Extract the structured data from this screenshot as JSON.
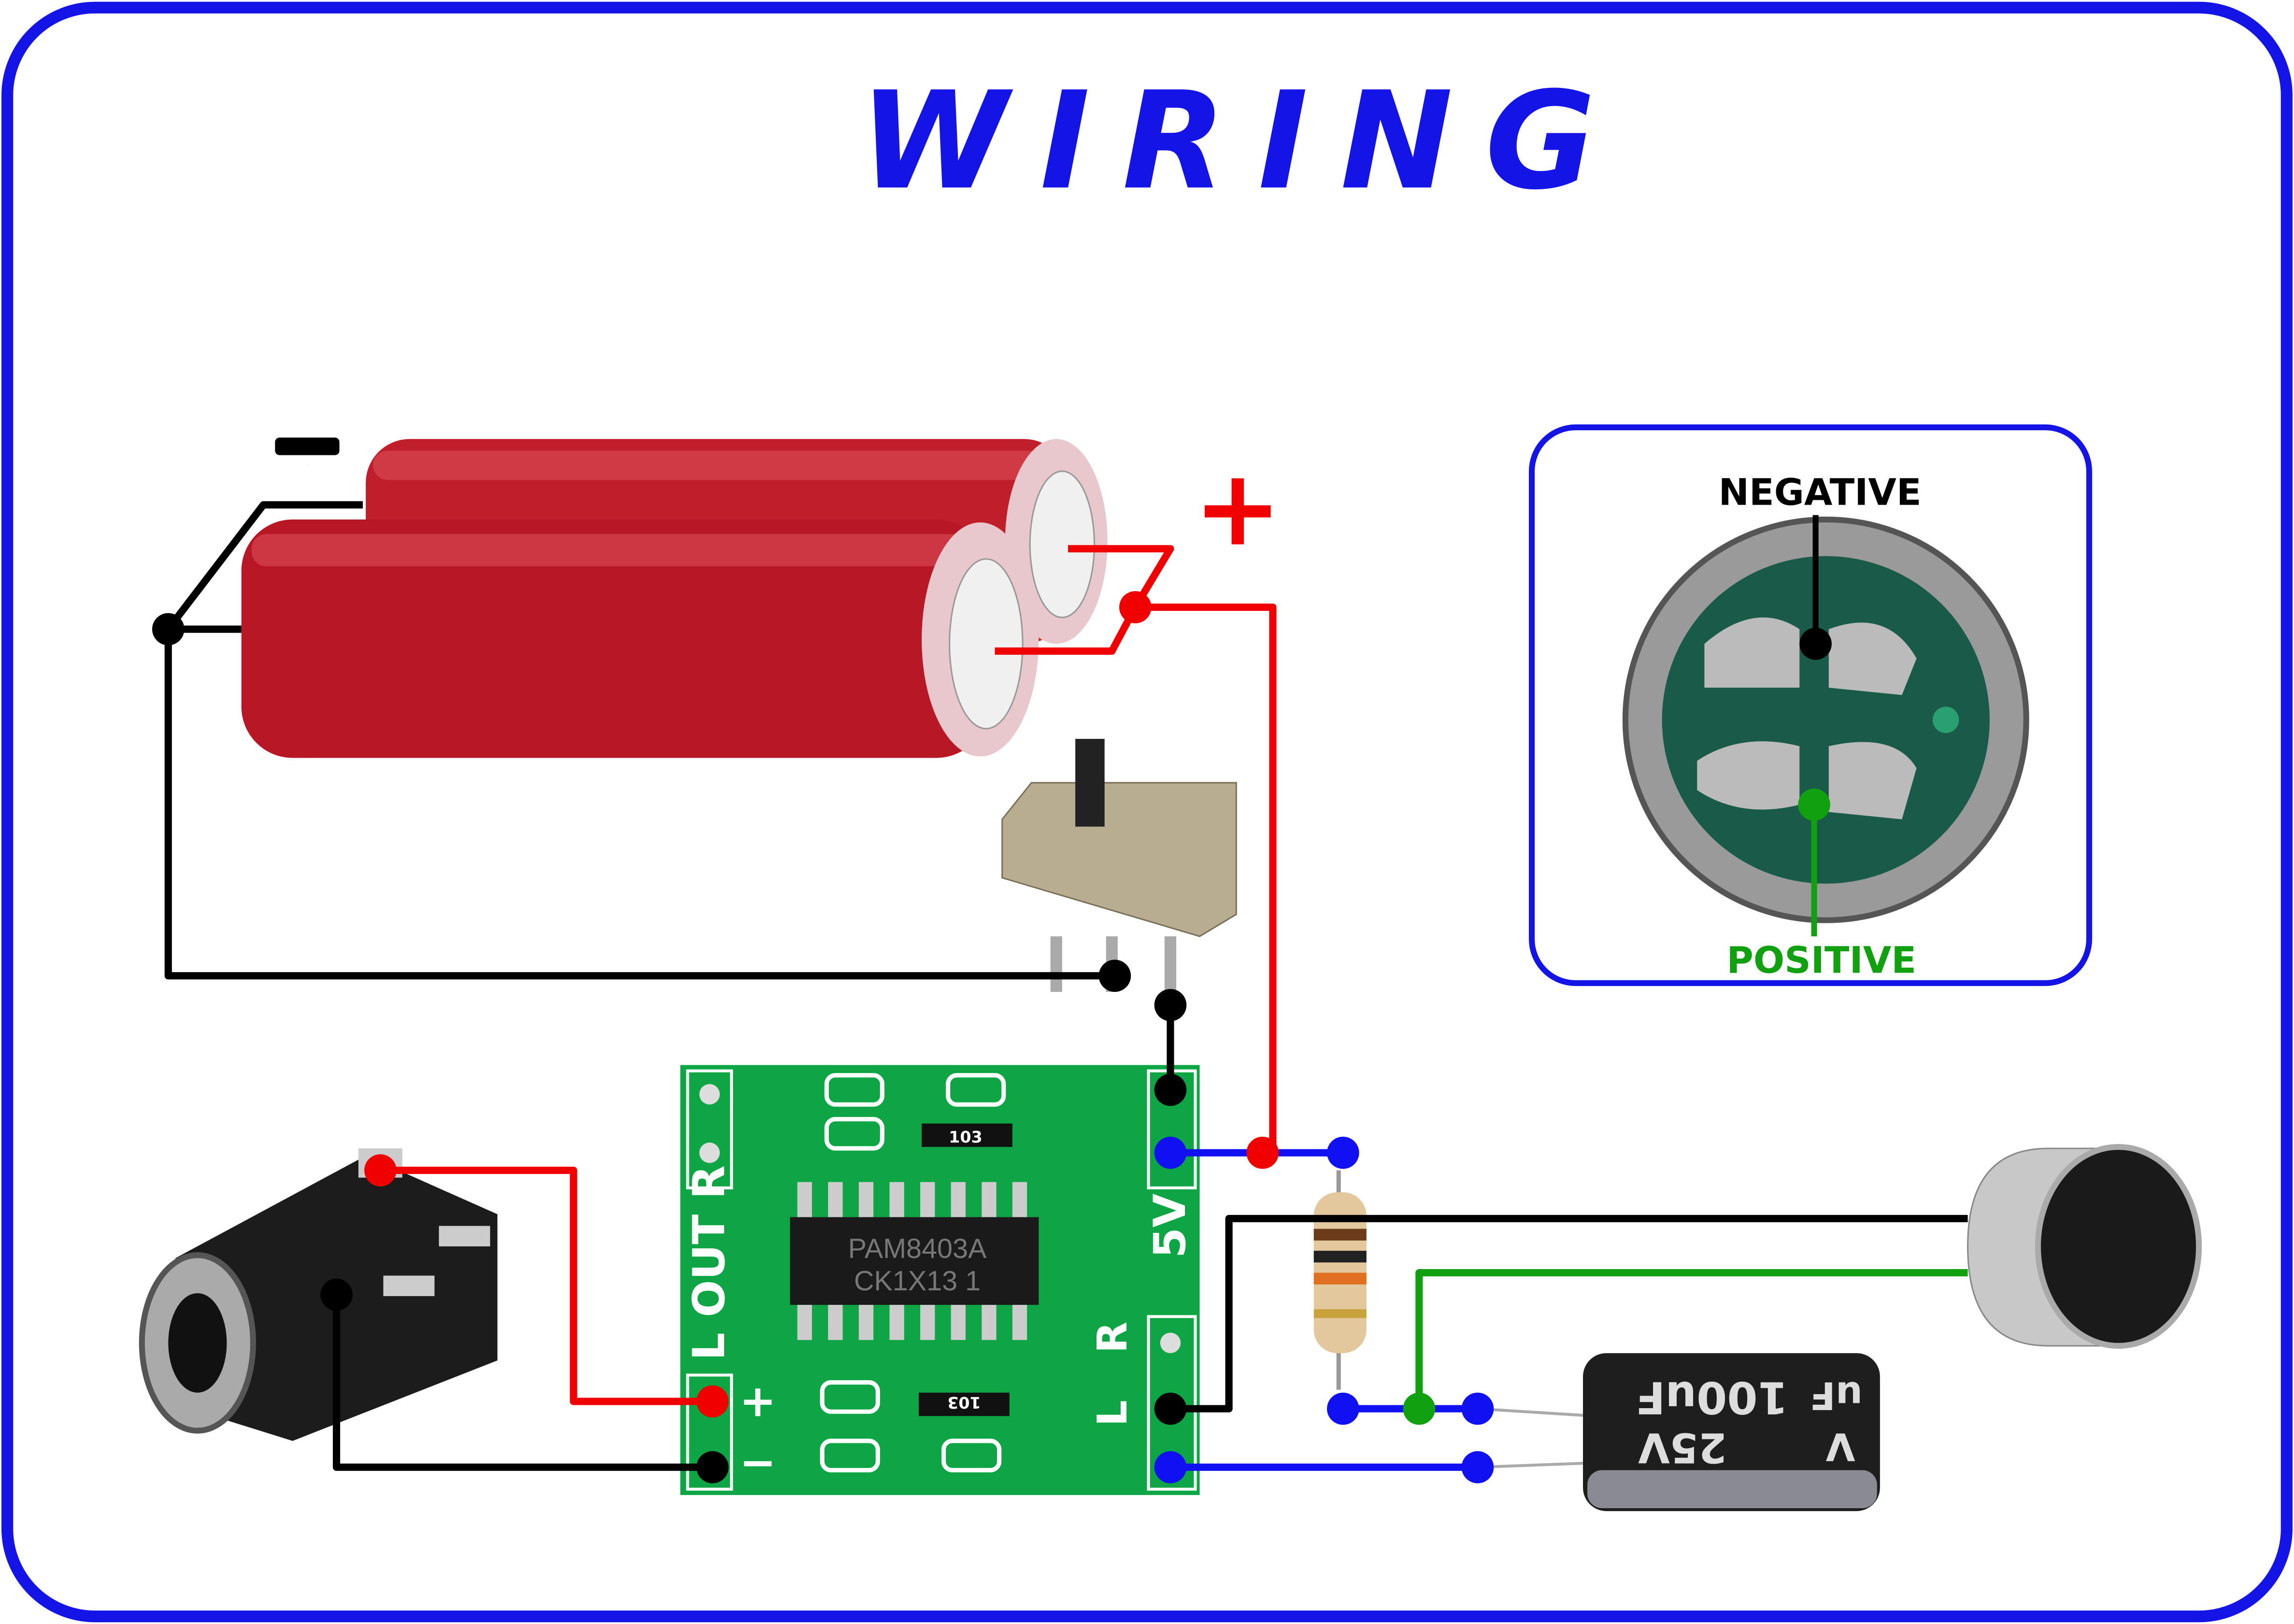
{
  "title": "WIRING",
  "battery": {
    "negative_label": "−",
    "positive_label": "+"
  },
  "pcb": {
    "chip_line1": "PAM8403A",
    "chip_line2": "CK1X13 1",
    "resistor_code_top": "103",
    "resistor_code_bottom": "103",
    "label_out": "L OUT R",
    "label_5v": "5V",
    "label_l": "L",
    "label_r": "R",
    "label_plus": "+",
    "label_minus": "−"
  },
  "capacitor": {
    "value": "100uF",
    "voltage": "25V",
    "value_short": "uF",
    "voltage_short": "V"
  },
  "inset": {
    "negative_label": "NEGATIVE",
    "positive_label": "POSITIVE"
  },
  "colors": {
    "border": "#1414e6",
    "title": "#1414e6",
    "wire_red": "#f00000",
    "wire_black": "#000000",
    "wire_blue": "#1010f0",
    "wire_green": "#10a010",
    "pcb": "#0ea545",
    "battery": "#c01e2a"
  }
}
